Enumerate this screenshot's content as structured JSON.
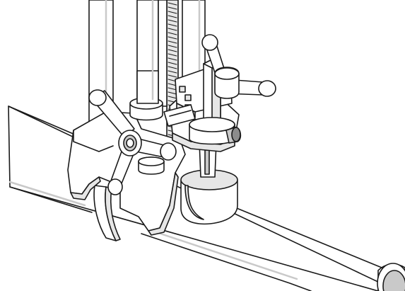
{
  "figure": {
    "palette": {
      "ink": "#1a1a1a",
      "fill": "#ffffff",
      "shade": "#c9c9c9",
      "shade_light": "#e6e6e6",
      "shade_dark": "#8c8c8c"
    },
    "parts": [
      "pipe",
      "pipe-clamp-strap",
      "drill-stand-base",
      "column-left",
      "column-right",
      "rack",
      "carriage",
      "spindle-hex",
      "core-drill-bit",
      "feed-handle-front",
      "feed-handle-rear",
      "lock-knob"
    ]
  }
}
